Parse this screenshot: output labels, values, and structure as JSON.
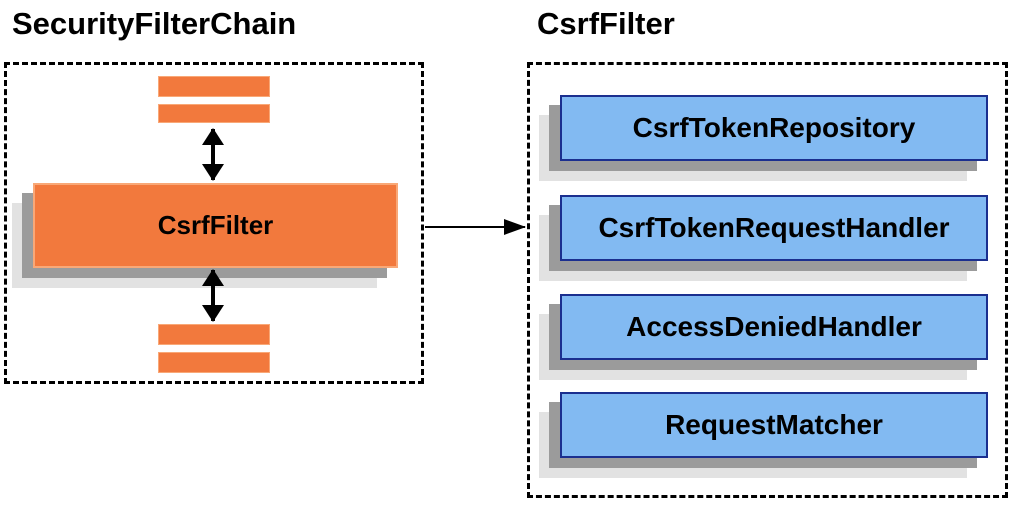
{
  "diagram": {
    "left": {
      "title": "SecurityFilterChain",
      "csrf_filter_label": "CsrfFilter"
    },
    "right": {
      "title": "CsrfFilter",
      "components": [
        "CsrfTokenRepository",
        "CsrfTokenRequestHandler",
        "AccessDeniedHandler",
        "RequestMatcher"
      ]
    },
    "colors": {
      "orange_fill": "#F2793D",
      "orange_border": "#F9A877",
      "blue_fill": "#82BAF2",
      "blue_border": "#1B2F8F",
      "shadow_dark": "#9B9B9B",
      "shadow_light": "#E2E2E2",
      "dashed_border": "#000000",
      "arrow": "#000000",
      "text": "#000000"
    }
  }
}
